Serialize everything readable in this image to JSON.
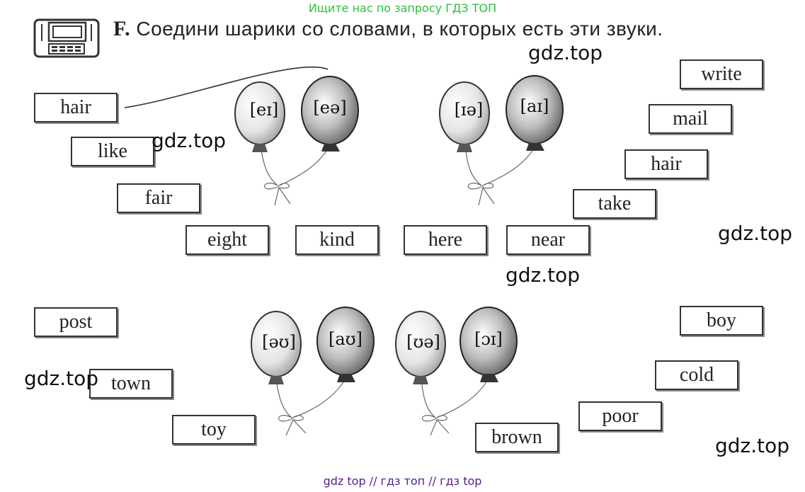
{
  "banner": "Ищите нас по запросу ГДЗ ТОП",
  "task": {
    "letter": "F.",
    "text": "Соедини шарики со словами, в которых есть эти звуки."
  },
  "balloons": [
    {
      "sound": "[eɪ]"
    },
    {
      "sound": "[eə]"
    },
    {
      "sound": "[ɪə]"
    },
    {
      "sound": "[aɪ]"
    },
    {
      "sound": "[əʊ]"
    },
    {
      "sound": "[aʊ]"
    },
    {
      "sound": "[ʊə]"
    },
    {
      "sound": "[ɔɪ]"
    }
  ],
  "words": [
    "hair",
    "like",
    "fair",
    "eight",
    "kind",
    "here",
    "near",
    "take",
    "hair",
    "mail",
    "write",
    "post",
    "town",
    "toy",
    "brown",
    "poor",
    "cold",
    "boy"
  ],
  "watermark": "gdz.top",
  "footer": "gdz top  //  гдз топ  //  гдз top"
}
